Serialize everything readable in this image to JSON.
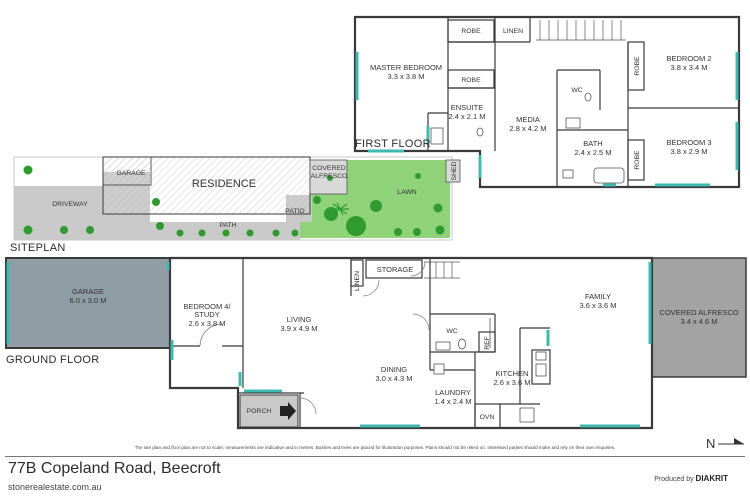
{
  "sections": {
    "first_floor": "FIRST FLOOR",
    "siteplan": "SITEPLAN",
    "ground_floor": "GROUND FLOOR"
  },
  "first_floor": {
    "master_bedroom": {
      "name": "MASTER BEDROOM",
      "dims": "3.3 x 3.8 M"
    },
    "robe_master": "ROBE",
    "robe_master_2": "ROBE",
    "linen": "LINEN",
    "ensuite": {
      "name": "ENSUITE",
      "dims": "2.4 x 2.1 M"
    },
    "media": {
      "name": "MEDIA",
      "dims": "2.8 x 4.2 M"
    },
    "wc": "WC",
    "bath": {
      "name": "BATH",
      "dims": "2.4 x 2.5 M"
    },
    "bedroom2": {
      "name": "BEDROOM 2",
      "dims": "3.8 x 3.4 M"
    },
    "robe2": "ROBE",
    "bedroom3": {
      "name": "BEDROOM 3",
      "dims": "3.8 x 2.9 M"
    },
    "robe3": "ROBE"
  },
  "siteplan": {
    "garage": "GARAGE",
    "residence": "RESIDENCE",
    "covered_alfresco": [
      "COVERED",
      "ALFRESCO"
    ],
    "driveway": "DRIVEWAY",
    "patio": "PATIO",
    "path": "PATH",
    "lawn": "LAWN",
    "shed": "SHED"
  },
  "ground_floor": {
    "garage": {
      "name": "GARAGE",
      "dims": "6.0 x 3.0 M"
    },
    "bedroom4": {
      "name_line1": "BEDROOM 4/",
      "name_line2": "STUDY",
      "dims": "2.6 x 3.8 M"
    },
    "living": {
      "name": "LIVING",
      "dims": "3.9 x 4.9 M"
    },
    "linen": "LINEN",
    "storage": "STORAGE",
    "dining": {
      "name": "DINING",
      "dims": "3.0 x 4.3 M"
    },
    "wc": "WC",
    "ref": "REF",
    "laundry": {
      "name": "LAUNDRY",
      "dims": "1.4 x 2.4 M"
    },
    "kitchen": {
      "name": "KITCHEN",
      "dims": "2.6 x 3.6 M"
    },
    "ovn": "OVN",
    "family": {
      "name": "FAMILY",
      "dims": "3.6 x 3.6 M"
    },
    "covered_alfresco": {
      "name": "COVERED ALFRESCO",
      "dims": "3.4 x 4.6 M"
    },
    "porch": "PORCH"
  },
  "footer": {
    "disclaimer": "The site plan and floor plan are not to scale; measurements are indicative and in metres. Bushes and trees are placed for illustration purposes. Plans should not be relied on. Interested parties should make and rely on their own enquiries.",
    "address": "77B Copeland Road, Beecroft",
    "website": "stonerealestate.com.au",
    "produced_by": "Produced by",
    "producer": "DIAKRIT",
    "north": "N"
  },
  "colors": {
    "wall": "#3a3a3a",
    "window": "#3fb8b0",
    "garage_fill": "#8e9ea4",
    "alfresco_fill": "#a3a3a3",
    "lawn": "#8fd27a",
    "driveway": "#c9c9c9",
    "residence_hatch": "#e6e6e6"
  }
}
